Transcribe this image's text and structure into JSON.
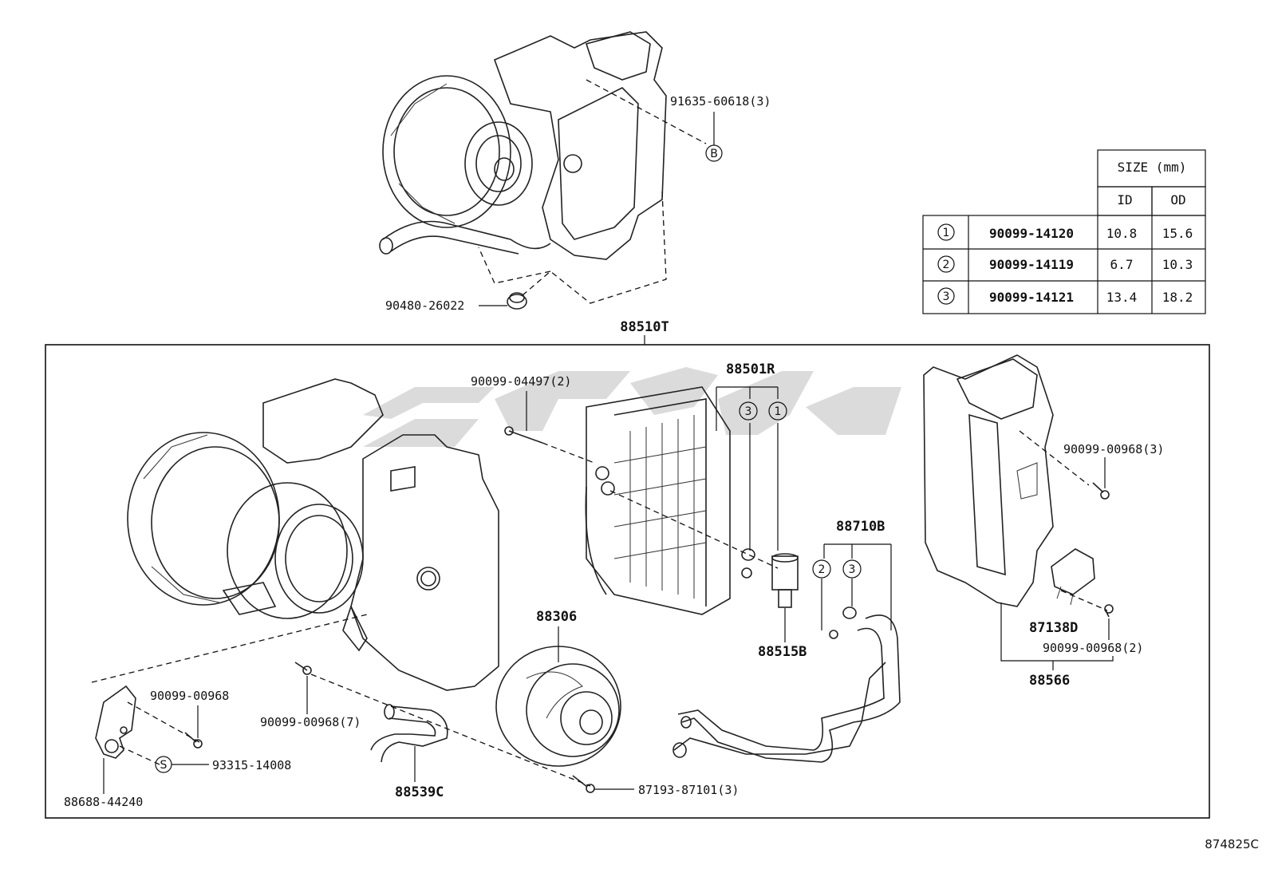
{
  "labels": {
    "top_bracket_bolt": "91635-60618(3)",
    "plug": "90480-26022",
    "assembly": "88510T",
    "evaporator_bolt": "90099-04497(2)",
    "evaporator": "88501R",
    "screw_right_upper": "90099-00968(3)",
    "tube": "88710B",
    "blower_motor": "88306",
    "expansion_valve": "88515B",
    "resistor": "87138D",
    "screw_right_lower": "90099-00968(2)",
    "duct": "88566",
    "screw_small": "90099-00968",
    "screw_case": "90099-00968(7)",
    "clip": "93315-14008",
    "bracket": "88688-44240",
    "hose": "88539C",
    "motor_screw": "87193-87101(3)",
    "ref_code": "874825C"
  },
  "markers": {
    "b": "B",
    "s": "S",
    "one": "1",
    "two": "2",
    "three": "3"
  },
  "size_table": {
    "title": "SIZE (mm)",
    "col_id": "ID",
    "col_od": "OD",
    "rows": [
      {
        "mark": "1",
        "part": "90099-14120",
        "id": "10.8",
        "od": "15.6"
      },
      {
        "mark": "2",
        "part": "90099-14119",
        "id": "6.7",
        "od": "10.3"
      },
      {
        "mark": "3",
        "part": "90099-14121",
        "id": "13.4",
        "od": "18.2"
      }
    ]
  }
}
